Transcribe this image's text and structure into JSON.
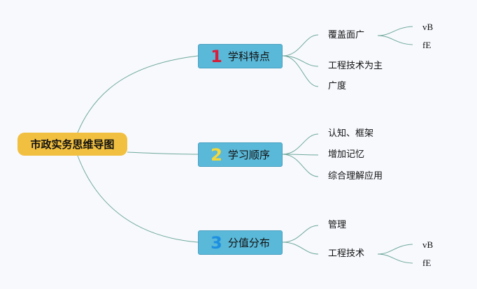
{
  "root": {
    "label": "市政实务思维导图"
  },
  "topics": [
    {
      "number": "1",
      "number_color": "#d81e3a",
      "label": "学科特点",
      "children": [
        {
          "label": "覆盖面广",
          "children": [
            {
              "label": "vB"
            },
            {
              "label": "fE"
            }
          ]
        },
        {
          "label": "工程技术为主"
        },
        {
          "label": "广度"
        }
      ]
    },
    {
      "number": "2",
      "number_color": "#f4d83a",
      "label": "学习顺序",
      "children": [
        {
          "label": "认知、框架"
        },
        {
          "label": "增加记忆"
        },
        {
          "label": "综合理解应用"
        }
      ]
    },
    {
      "number": "3",
      "number_color": "#1e8fe0",
      "label": "分值分布",
      "children": [
        {
          "label": "管理"
        },
        {
          "label": "工程技术",
          "children": [
            {
              "label": "vB"
            },
            {
              "label": "fE"
            }
          ]
        }
      ]
    }
  ],
  "colors": {
    "link": "#6fa89c",
    "root_fill": "#f2c040",
    "topic_fill": "#5ab8d8",
    "background": "#f7f9fd"
  }
}
